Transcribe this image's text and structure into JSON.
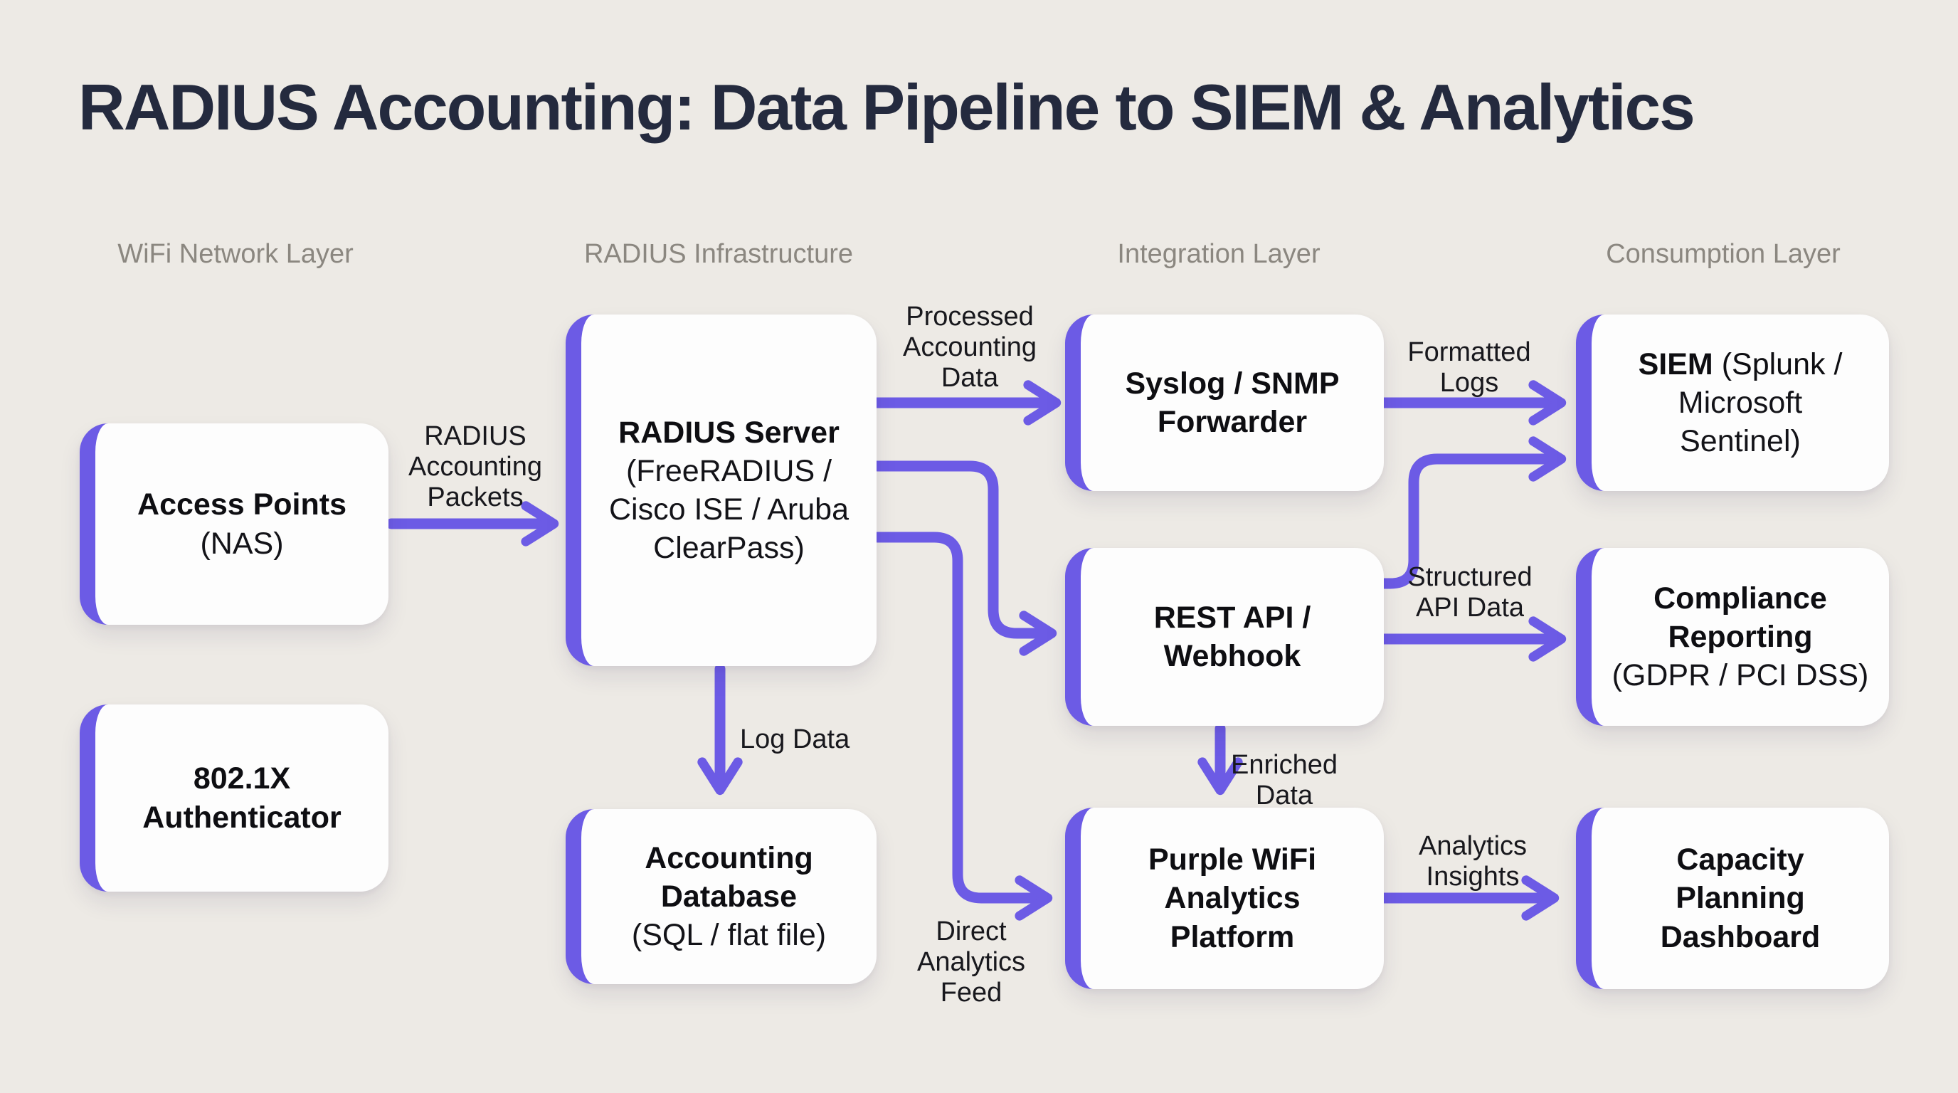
{
  "title": "RADIUS Accounting: Data Pipeline to SIEM & Analytics",
  "layer_labels": {
    "wifi_network": "WiFi Network Layer",
    "radius_infrastructure": "RADIUS Infrastructure",
    "integration": "Integration Layer",
    "consumption": "Consumption Layer"
  },
  "nodes": {
    "access_points": {
      "title": "Access Points",
      "subtitle": "(NAS)"
    },
    "authenticator_8021x": {
      "title": "802.1X\nAuthenticator"
    },
    "radius_server": {
      "title": "RADIUS Server",
      "subtitle": "(FreeRADIUS /\nCisco ISE / Aruba\nClearPass)"
    },
    "accounting_database": {
      "title": "Accounting\nDatabase",
      "subtitle": "(SQL / flat file)"
    },
    "syslog_snmp_forwarder": {
      "title": "Syslog / SNMP\nForwarder"
    },
    "rest_api_webhook": {
      "title": "REST API /\nWebhook"
    },
    "purple_wifi_analytics": {
      "title": "Purple WiFi\nAnalytics\nPlatform"
    },
    "siem": {
      "title_bold": "SIEM",
      "title_rest": " (Splunk /",
      "subtitle": "Microsoft\nSentinel)"
    },
    "compliance_reporting": {
      "title": "Compliance\nReporting",
      "subtitle": "(GDPR / PCI DSS)"
    },
    "capacity_dashboard": {
      "title": "Capacity\nPlanning\nDashboard"
    }
  },
  "edge_labels": {
    "radius_accounting_packets": "RADIUS\nAccounting\nPackets",
    "processed_accounting_data": "Processed\nAccounting\nData",
    "formatted_logs": "Formatted\nLogs",
    "structured_api_data": "Structured\nAPI Data",
    "log_data": "Log Data",
    "enriched_data": "Enriched\nData",
    "direct_analytics_feed": "Direct\nAnalytics\nFeed",
    "analytics_insights": "Analytics\nInsights"
  },
  "colors": {
    "background": "#EDEAE5",
    "accent": "#6C5BE5",
    "title": "#242A3E",
    "label": "#18181D",
    "layer": "#8B8780",
    "node_bg": "#FDFDFD"
  }
}
